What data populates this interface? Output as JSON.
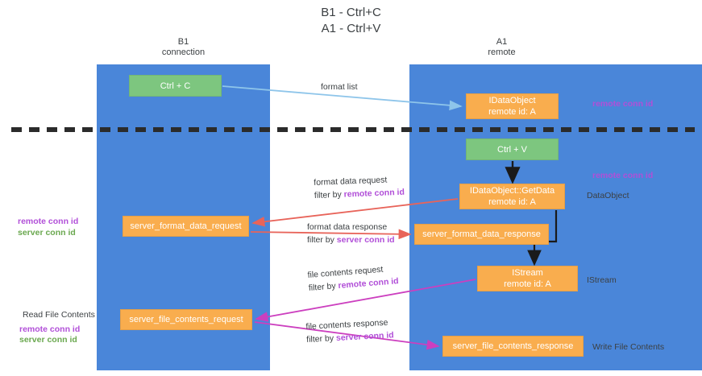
{
  "title": "B1 - Ctrl+C\nA1 - Ctrl+V",
  "title_line1": "B1 - Ctrl+C",
  "title_line2": "A1 - Ctrl+V",
  "colors": {
    "lane": "#4a86d9",
    "green_node": "#7dc67f",
    "orange_node": "#f9ad4e",
    "remote_conn_id": "#b14fd8",
    "server_conn_id": "#6aa84f",
    "arrow_blue": "#8ec5ea",
    "arrow_red": "#e8645a",
    "arrow_magenta": "#cc3fbf",
    "arrow_black": "#1a1a1a",
    "divider": "#2b2b2b",
    "text": "#3c4043"
  },
  "lanes": [
    {
      "id": "b1",
      "title_line1": "B1",
      "title_line2": "connection"
    },
    {
      "id": "a1",
      "title_line1": "A1",
      "title_line2": "remote"
    }
  ],
  "nodes": [
    {
      "id": "ctrl-c",
      "line1": "Ctrl + C",
      "line2": "",
      "style": "green"
    },
    {
      "id": "dataobject",
      "line1": "IDataObject",
      "line2": "remote id: A",
      "style": "orange"
    },
    {
      "id": "ctrl-v",
      "line1": "Ctrl + V",
      "line2": "",
      "style": "green"
    },
    {
      "id": "getdata",
      "line1": "IDataObject::GetData",
      "line2": "remote id: A",
      "style": "orange"
    },
    {
      "id": "fmt-req",
      "line1": "server_format_data_request",
      "line2": "",
      "style": "orange"
    },
    {
      "id": "fmt-resp",
      "line1": "server_format_data_response",
      "line2": "",
      "style": "orange"
    },
    {
      "id": "istream",
      "line1": "IStream",
      "line2": "remote id: A",
      "style": "orange"
    },
    {
      "id": "file-req",
      "line1": "server_file_contents_request",
      "line2": "",
      "style": "orange"
    },
    {
      "id": "file-resp",
      "line1": "server_file_contents_response",
      "line2": "",
      "style": "orange"
    }
  ],
  "labels": {
    "format_list": "format list",
    "remote_conn_id": "remote conn id",
    "server_conn_id": "server conn id",
    "dataobject_side": "DataObject",
    "istream_side": "IStream",
    "write_file_contents": "Write File Contents",
    "read_file_contents": "Read File Contents",
    "filter_by": "filter by",
    "format_data_request": "format data request",
    "format_data_response": "format data response",
    "file_contents_request": "file contents request",
    "file_contents_response": "file contents response"
  }
}
